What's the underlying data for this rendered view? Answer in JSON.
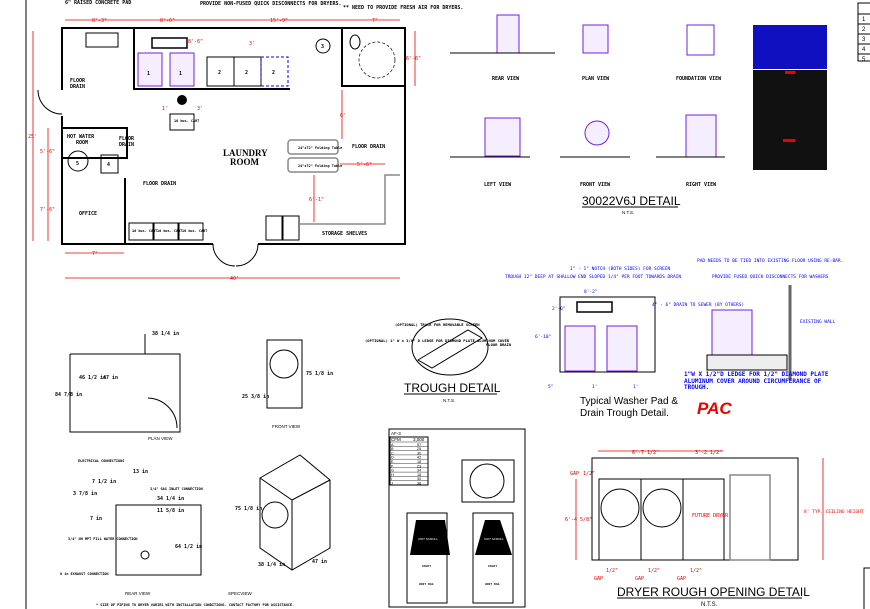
{
  "floor_plan": {
    "notes": {
      "raised_pad": "6\" RAISED CONCRETE PAD",
      "quick_disconnect": "PROVIDE NON-FUSED QUICK DISCONNECTS FOR DRYERS.",
      "fresh_air": "** NEED TO PROVIDE FRESH AIR FOR DRYERS."
    },
    "rooms": {
      "laundry": "LAUNDRY",
      "laundry2": "ROOM",
      "hot_water": "HOT WATER",
      "hot_water2": "ROOM",
      "office": "OFFICE",
      "storage": "STORAGE SHELVES"
    },
    "labels": {
      "floor_drain": "FLOOR DRAIN",
      "floor": "FLOOR",
      "drain": "DRAIN",
      "cart": "10 bus. CART",
      "folding_table": "24\"x72\" Folding Table"
    },
    "dimensions": {
      "d1": "8'-3\"",
      "d2": "8'-6\"",
      "d3": "15'-9\"",
      "d4": "7'",
      "d5": "8'-6\"",
      "d6": "3'",
      "d7": "6'-6\"",
      "d8": "25'",
      "d9": "5'-6\"",
      "d10": "7'-6\"",
      "d11": "1'",
      "d12": "3'",
      "d13": "6'",
      "d14": "5'-6\"",
      "d15": "6'-1\"",
      "d16": "7'",
      "d17": "40'"
    },
    "equipment_tags": [
      "1",
      "2",
      "3",
      "4",
      "5"
    ]
  },
  "detail_30022": {
    "title": "30022V6J DETAIL",
    "nts": "N.T.S.",
    "views": [
      "REAR VIEW",
      "PLAN VIEW",
      "FOUNDATION VIEW",
      "LEFT VIEW",
      "FRONT VIEW",
      "RIGHT VIEW"
    ]
  },
  "index_table": {
    "rows": [
      "1",
      "2",
      "3",
      "4",
      "5"
    ]
  },
  "dryer_spec": {
    "plan_view": "PLAN VIEW",
    "front_view": "FRONT VIEW",
    "rear_view": "REAR VIEW",
    "specview": "SPECVIEW",
    "dims": {
      "w": "38 1/4 in",
      "d1": "46 1/2 in",
      "d2": "47 in",
      "d3": "84 7/8 in",
      "h": "75 1/8 in",
      "base": "25 3/8 in",
      "top": "13 in",
      "e1": "7 1/2 in",
      "e2": "3 7/8 in",
      "e3": "7 in",
      "e4": "34 1/4 in",
      "e5": "11 5/8 in",
      "e6": "64 1/2 in",
      "iso_h": "75 1/8 in",
      "iso_w": "38 1/4 in",
      "iso_d": "47 in"
    },
    "callouts": {
      "electrical": "ELECTRICAL CONNECTIONS",
      "gas": "3/4\" GAS INLET CONNECTION",
      "water": "3/4\" NH MPT FILL WATER CONNECTION",
      "exhaust": "8 in EXHAUST CONNECTION"
    },
    "footnote": "* SIZE OF PIPING TO DRYER VARIES WITH INSTALLATION CONDITIONS. CONTACT FACTORY FOR ASSISTANCE."
  },
  "trough_detail": {
    "title": "TROUGH DETAIL",
    "nts": "N.T.S.",
    "callouts": {
      "track": "(OPTIONAL) TRACK FOR REMOVABLE SCREEN",
      "ledge": "(OPTIONAL) 1\" W x 3/8\" D LEDGE FOR DIAMOND PLATE ALUMINUM COVER",
      "drain": "FLOOR DRAIN"
    }
  },
  "washer_pad": {
    "title_line1": "Typical Washer Pad &",
    "title_line2": "Drain Trough Detail.",
    "logo": "PAC",
    "notes": {
      "notch": "1\" - 1\" NOTCH (BOTH SIDES) FOR SCREEN",
      "trough": "TROUGH 12\" DEEP AT SHALLOW END SLOPED 1/4\" PER FOOT TOWARDS DRAIN",
      "drain_sewer": "4\" - 6\" DRAIN TO SEWER (BY OTHERS)",
      "pad_tied": "PAD NEEDS TO BE TIED INTO EXISTING FLOOR USING RE-BAR.",
      "fused": "PROVIDE FUSED QUICK DISCONNECTS FOR WASHERS",
      "wall": "EXISTING WALL",
      "ledge": "1\"W X 1/2\"D LEDGE FOR 1/2\" DIAMOND PLATE ALUMINUM COVER AROUND CIRCUMFERANCE OF TROUGH."
    },
    "dims": {
      "w": "8'-2\"",
      "a": "2'-6\"",
      "h": "6'-10\"",
      "s1": "5\"",
      "s2": "1'",
      "s3": "1'"
    }
  },
  "cfm_table": {
    "header": "AF-3",
    "col1": "CFM",
    "col2": "3,000",
    "rows": [
      [
        "A",
        "57"
      ],
      [
        "B",
        "25"
      ],
      [
        "C",
        "30"
      ],
      [
        "D",
        "42"
      ],
      [
        "E",
        "18"
      ],
      [
        "F",
        "23"
      ],
      [
        "G",
        "34"
      ],
      [
        "H",
        "18"
      ],
      [
        "I",
        "30"
      ],
      [
        "J",
        "38"
      ]
    ],
    "labels": {
      "unit_scroll": "UNIT SCROLL",
      "inlet": "INLET",
      "unit_bag": "UNIT BAG"
    }
  },
  "dryer_opening": {
    "title": "DRYER ROUGH OPENING DETAIL",
    "nts": "N.T.S.",
    "future": "FUTURE DRYER",
    "ceiling": "8' TYP. CEILING HEIGHT",
    "gap": "GAP",
    "dims": {
      "a": "6'-7 1/2\"",
      "b": "3'-2 1/2\"",
      "h": "6'-4 5/8\"",
      "g1": "1/2\"",
      "g2": "1/2\"",
      "g3": "1/2\"",
      "g4": "1/2\""
    }
  }
}
